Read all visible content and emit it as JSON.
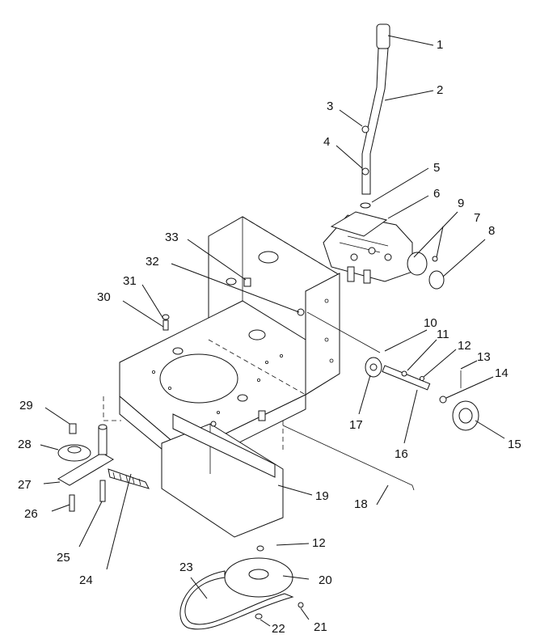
{
  "diagram": {
    "callouts": [
      "1",
      "2",
      "3",
      "4",
      "5",
      "6",
      "7",
      "8",
      "9",
      "10",
      "11",
      "12",
      "12",
      "13",
      "14",
      "15",
      "16",
      "17",
      "18",
      "19",
      "20",
      "21",
      "22",
      "23",
      "24",
      "25",
      "26",
      "27",
      "28",
      "29",
      "30",
      "31",
      "32",
      "33"
    ]
  }
}
